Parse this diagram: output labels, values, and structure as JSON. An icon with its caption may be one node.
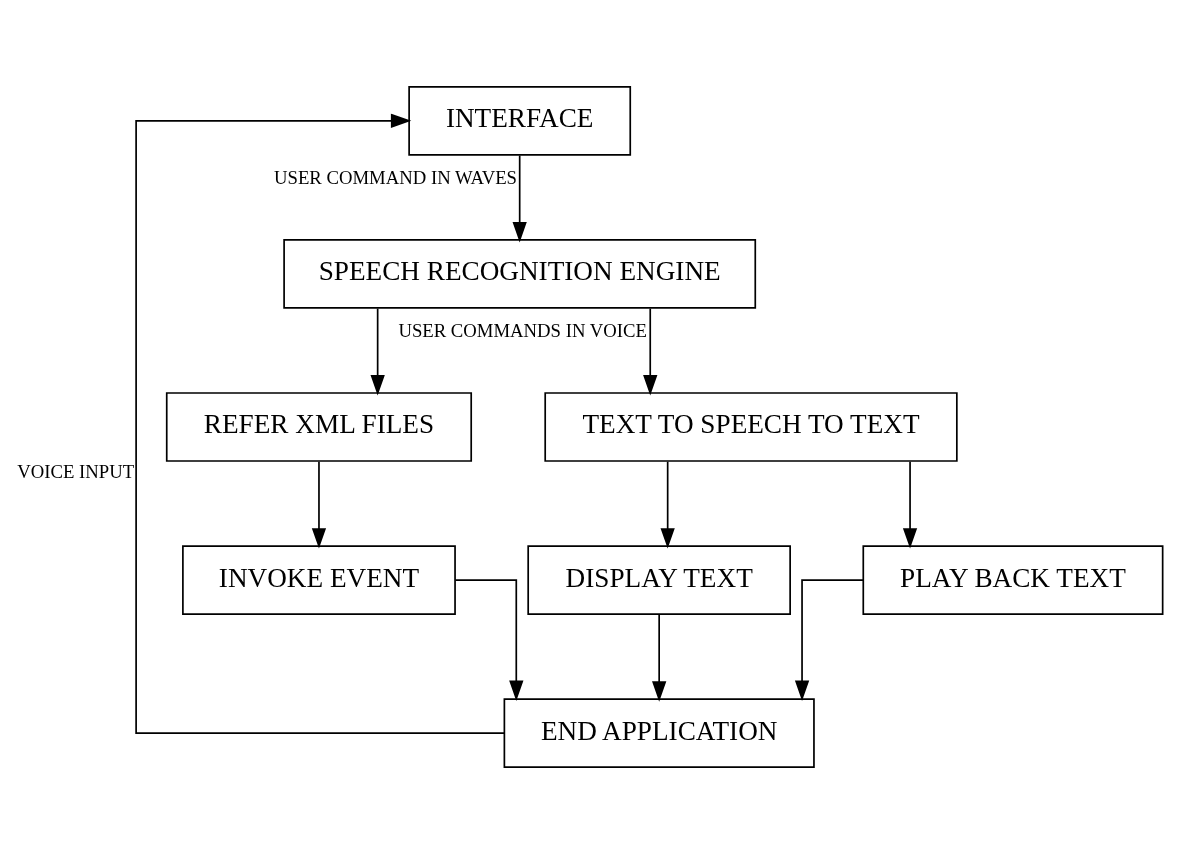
{
  "diagram": {
    "nodes": [
      {
        "text": [
          "INTERFACE"
        ]
      },
      {
        "text": [
          "SPEECH RECOGNITION ENGINE"
        ]
      },
      {
        "text": [
          "REFER XML FILES"
        ]
      },
      {
        "text": [
          "TEXT TO SPEECH TO TEXT"
        ]
      },
      {
        "text": [
          "INVOKE EVENT"
        ]
      },
      {
        "text": [
          "DISPLAY TEXT"
        ]
      },
      {
        "text": [
          "PLAY BACK TEXT"
        ]
      },
      {
        "text": [
          "END APPLICATION"
        ]
      }
    ],
    "edges": [
      {
        "from": 0,
        "to": 1,
        "arrow": "to",
        "label": "USER COMMAND IN WAVES"
      },
      {
        "from": 1,
        "to": 2,
        "arrow": "to"
      },
      {
        "from": 1,
        "to": 3,
        "arrow": "to",
        "label": "USER COMMANDS IN VOICE"
      },
      {
        "from": 2,
        "to": 4,
        "arrow": "to"
      },
      {
        "from": 3,
        "to": 5,
        "arrow": "to"
      },
      {
        "from": 3,
        "to": 6,
        "arrow": "to"
      },
      {
        "from": 4,
        "to": 7,
        "arrow": "to"
      },
      {
        "from": 5,
        "to": 7,
        "arrow": "to"
      },
      {
        "from": 6,
        "to": 7,
        "arrow": "to"
      },
      {
        "from": 7,
        "to": 0,
        "arrow": "to",
        "label": "VOICE INPUT"
      }
    ]
  }
}
